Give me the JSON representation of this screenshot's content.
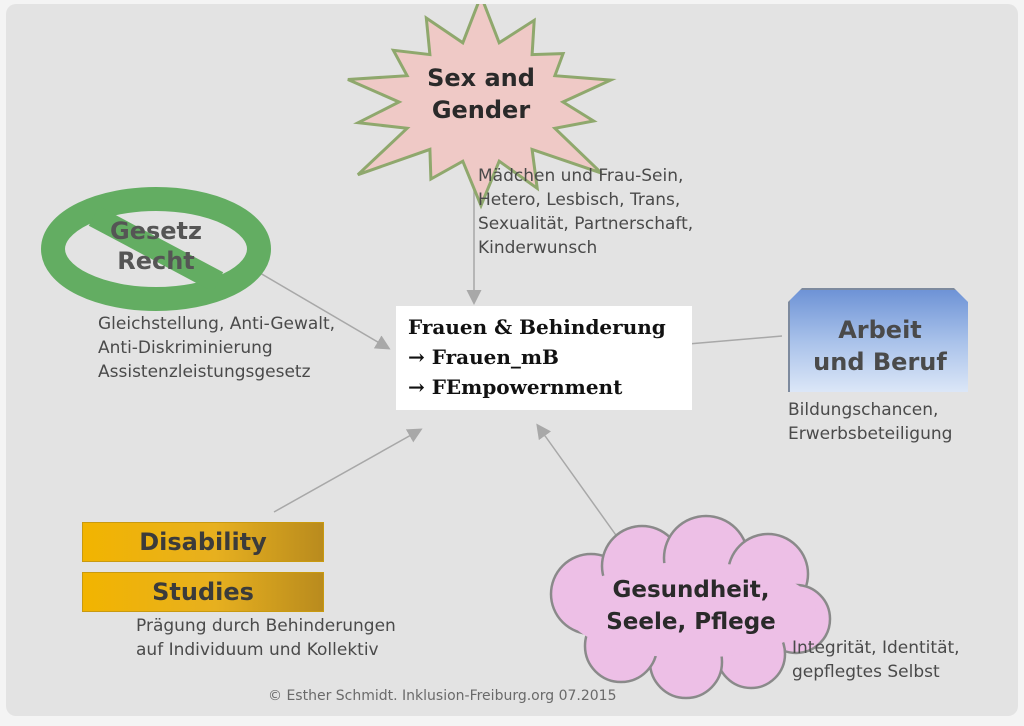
{
  "center": {
    "line1": "Frauen & Behinderung",
    "line2": "→ Frauen_mB",
    "line3": "→ FEmpowernment"
  },
  "sex_gender": {
    "title_line1": "Sex and",
    "title_line2": "Gender",
    "desc": "Mädchen und Frau-Sein,\nHetero, Lesbisch, Trans,\nSexualität, Partnerschaft,\nKinderwunsch"
  },
  "gesetz": {
    "title_line1": "Gesetz",
    "title_line2": "Recht",
    "desc": "Gleichstellung, Anti-Gewalt,\nAnti-Diskriminierung\nAssistenzleistungsgesetz"
  },
  "arbeit": {
    "title_line1": "Arbeit",
    "title_line2": "und Beruf",
    "desc": "Bildungschancen,\nErwerbsbeteiligung"
  },
  "disability": {
    "bar1": "Disability",
    "bar2": "Studies",
    "desc": "Prägung durch Behinderungen\nauf Individuum und Kollektiv"
  },
  "gesundheit": {
    "title_line1": "Gesundheit,",
    "title_line2": "Seele, Pflege",
    "desc": "Integrität, Identität,\ngepflegtes Selbst"
  },
  "footer": "© Esther Schmidt. Inklusion-Freiburg.org 07.2015",
  "colors": {
    "star_fill": "#efc9c6",
    "star_stroke": "#8fa86d",
    "no_sign": "#63ad62",
    "cloud_fill": "#edbfe6",
    "bar_gold": "#f2b400",
    "box_blue": "#7f9fdc"
  }
}
